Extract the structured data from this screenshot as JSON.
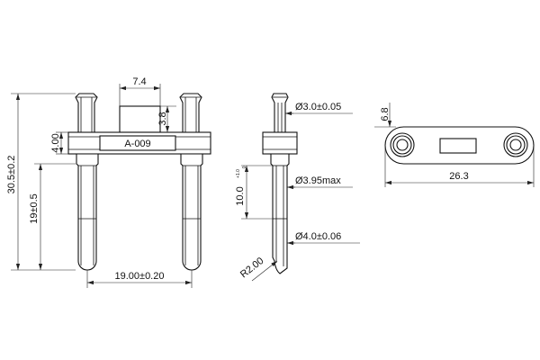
{
  "part_label": "A-009",
  "dimensions": {
    "pin_spacing": "19.00±0.20",
    "overall_height": "30.5±0.2",
    "pin_length": "19±0.5",
    "body_height": "4.00",
    "tab_width": "7.4",
    "tab_height": "3.8",
    "small_diameter": "Ø3.0±0.05",
    "neck_diameter": "Ø3.95max",
    "tip_diameter": "Ø4.0±0.06",
    "neck_length": "10.0",
    "neck_length_tol_plus": "+1.0",
    "neck_length_tol_minus": "0",
    "tip_radius": "R2.00",
    "plate_height": "6.8",
    "plate_length": "26.3"
  }
}
